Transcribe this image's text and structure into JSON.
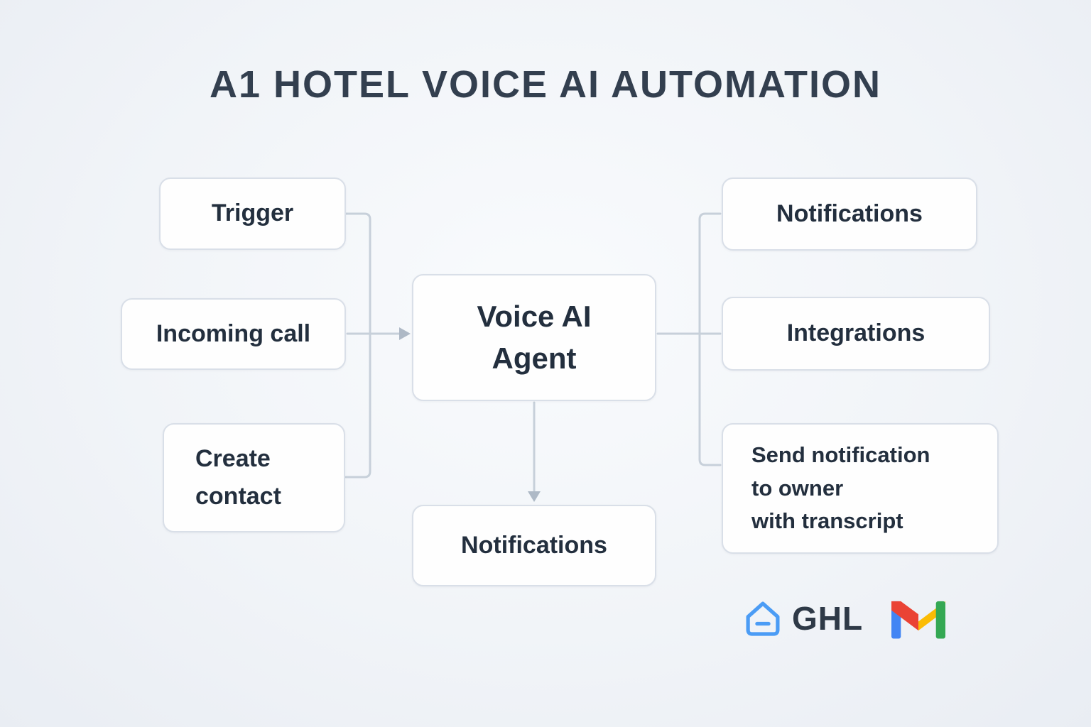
{
  "title": "A1 HOTEL VOICE AI AUTOMATION",
  "nodes": {
    "trigger": {
      "label": "Trigger"
    },
    "incoming_call": {
      "label": "Incoming call"
    },
    "create_contact": {
      "label": "Create\ncontact"
    },
    "voice_ai_agent": {
      "label": "Voice AI\nAgent"
    },
    "notifications_center": {
      "label": "Notifications"
    },
    "notifications_right": {
      "label": "Notifications"
    },
    "integrations": {
      "label": "Integrations"
    },
    "send_notification": {
      "label": "Send notification\nto owner\nwith transcript"
    }
  },
  "edges": [
    {
      "from": "trigger",
      "to": "voice_ai_agent"
    },
    {
      "from": "incoming_call",
      "to": "voice_ai_agent",
      "arrow": true
    },
    {
      "from": "create_contact",
      "to": "voice_ai_agent"
    },
    {
      "from": "voice_ai_agent",
      "to": "notifications_center",
      "arrow": true
    },
    {
      "from": "voice_ai_agent",
      "to": "notifications_right"
    },
    {
      "from": "voice_ai_agent",
      "to": "integrations"
    },
    {
      "from": "voice_ai_agent",
      "to": "send_notification"
    }
  ],
  "footer": {
    "ghl_label": "GHL",
    "icons": {
      "ghl": "ghl-house-icon",
      "gmail": "gmail-m-icon"
    }
  },
  "colors": {
    "background": "#f1f4f8",
    "box_fill": "#fefefe",
    "box_border": "#d9dfe8",
    "text": "#232f3e",
    "connector": "#c7d0da",
    "ghl_blue": "#4b9cf5",
    "gmail_red": "#EA4335",
    "gmail_blue": "#4285F4",
    "gmail_green": "#34A853",
    "gmail_yellow": "#FBBC04"
  }
}
